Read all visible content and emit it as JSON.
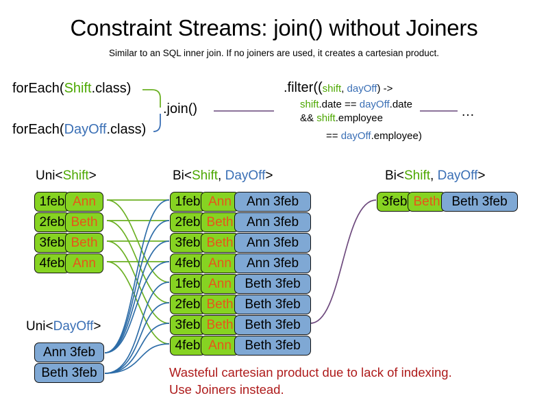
{
  "slide": {
    "title": "Constraint Streams: join() without Joiners",
    "subtitle": "Similar to an SQL inner join. If no joiners are used, it creates a cartesian product."
  },
  "code": {
    "foreach_shift": {
      "prefix": "forEach(",
      "type": "Shift",
      "suffix": ".class)"
    },
    "foreach_dayoff": {
      "prefix": "forEach(",
      "type": "DayOff",
      "suffix": ".class)"
    },
    "join_label": ".join()",
    "ellipsis": "…",
    "filter": {
      "line1_a": ".filter((",
      "line1_shift": "shift",
      "line1_comma": ", ",
      "line1_dayoff": "dayOff",
      "line1_b": ") ->",
      "line2_shift": "shift",
      "line2_mid": ".date == ",
      "line2_dayoff": "dayOff",
      "line2_end": ".date",
      "line3_a": "&& ",
      "line3_shift": "shift",
      "line3_end": ".employee",
      "line4_a": "== ",
      "line4_dayoff": "dayOff",
      "line4_end": ".employee)"
    }
  },
  "headers": {
    "uni_shift": {
      "pre": "Uni<",
      "shift": "Shift",
      "post": ">"
    },
    "bi_middle": {
      "pre": "Bi<",
      "shift": "Shift",
      "comma": ", ",
      "dayoff": "DayOff",
      "post": ">"
    },
    "bi_right": {
      "pre": "Bi<",
      "shift": "Shift",
      "comma": ", ",
      "dayoff": "DayOff",
      "post": ">"
    },
    "uni_dayoff": {
      "pre": "Uni<",
      "dayoff": "DayOff",
      "post": ">"
    }
  },
  "shift_facts": [
    {
      "date": "1feb",
      "employee": "Ann"
    },
    {
      "date": "2feb",
      "employee": "Beth"
    },
    {
      "date": "3feb",
      "employee": "Beth"
    },
    {
      "date": "4feb",
      "employee": "Ann"
    }
  ],
  "dayoff_facts": [
    {
      "label": "Ann 3feb"
    },
    {
      "label": "Beth 3feb"
    }
  ],
  "cartesian_rows": [
    {
      "date": "1feb",
      "employee": "Ann",
      "dayoff": "Ann 3feb"
    },
    {
      "date": "2feb",
      "employee": "Beth",
      "dayoff": "Ann 3feb"
    },
    {
      "date": "3feb",
      "employee": "Beth",
      "dayoff": "Ann 3feb"
    },
    {
      "date": "4feb",
      "employee": "Ann",
      "dayoff": "Ann 3feb"
    },
    {
      "date": "1feb",
      "employee": "Ann",
      "dayoff": "Beth 3feb"
    },
    {
      "date": "2feb",
      "employee": "Beth",
      "dayoff": "Beth 3feb"
    },
    {
      "date": "3feb",
      "employee": "Beth",
      "dayoff": "Beth 3feb"
    },
    {
      "date": "4feb",
      "employee": "Ann",
      "dayoff": "Beth 3feb"
    }
  ],
  "result_rows": [
    {
      "date": "3feb",
      "employee": "Beth",
      "dayoff": "Beth 3feb"
    }
  ],
  "warning": {
    "line1": "Wasteful cartesian product due to lack of indexing.",
    "line2": "Use Joiners instead."
  },
  "colors": {
    "shift_green": "#86D322",
    "dayoff_blue": "#7FA8D4",
    "employee_orange": "#E8541A",
    "type_shift": "#4CA700",
    "type_dayoff": "#3A6FB5",
    "wire_green": "#6BB023",
    "wire_blue": "#2E6DA8",
    "wire_purple": "#6E4A7E",
    "warning_red": "#AE1B1B"
  }
}
